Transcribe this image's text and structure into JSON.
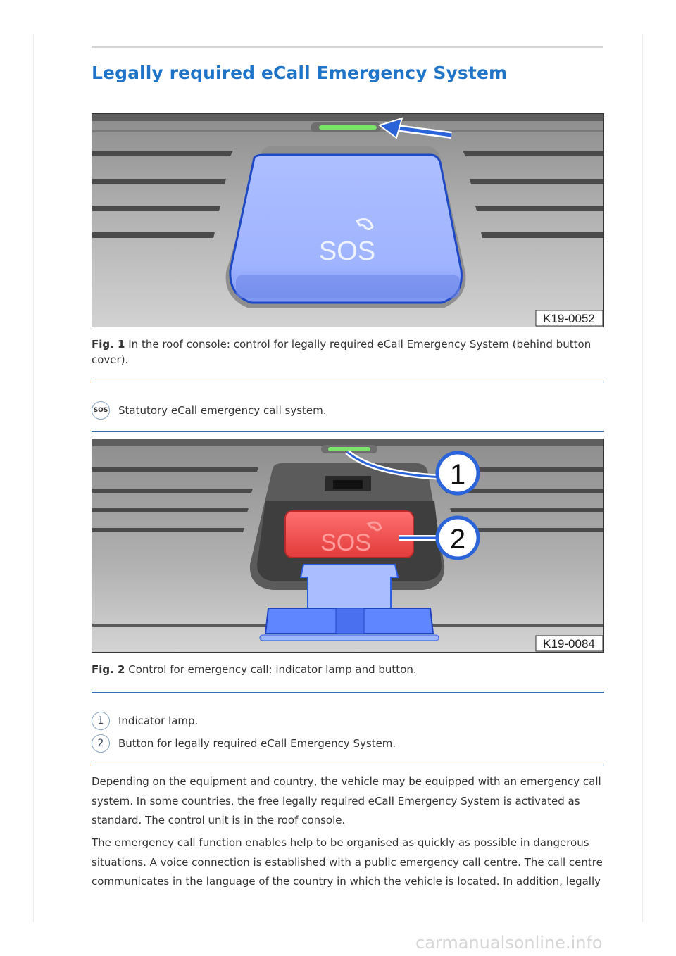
{
  "page": {
    "title": "Legally required eCall Emergency System",
    "watermark": "carmanualsonline.info"
  },
  "figure1": {
    "code": "K19-0052",
    "button_text": "SOS",
    "caption_label": "Fig. 1",
    "caption_text": " In the roof console: control for legally required eCall Emergency System (behind button cover)."
  },
  "symbol_row": {
    "icon": "sos-phone-icon",
    "icon_text": "SOS",
    "text": "Statutory eCall emergency call system."
  },
  "figure2": {
    "code": "K19-0084",
    "button_text": "SOS",
    "callout1": "1",
    "callout2": "2",
    "caption_label": "Fig. 2",
    "caption_text": " Control for emergency call: indicator lamp and button."
  },
  "legend": [
    {
      "num": "1",
      "text": "Indicator lamp."
    },
    {
      "num": "2",
      "text": "Button for legally required eCall Emergency System."
    }
  ],
  "paragraphs": [
    "Depending on the equipment and country, the vehicle may be equipped with an emergency call system. In some countries, the free legally required eCall Emergency System is activated as standard. The control unit is in the roof console.",
    "The emergency call function enables help to be organised as quickly as possible in dangerous situations. A voice connection is established with a public emergency call centre. The call centre communicates in the language of the country in which the vehicle is located. In addition, legally"
  ],
  "colors": {
    "heading": "#1f74c8",
    "separator": "#2f6eb5",
    "highlight_blue": "#9fb6ff",
    "highlight_red": "#ff5a5a",
    "indicator_green": "#7be36a"
  }
}
